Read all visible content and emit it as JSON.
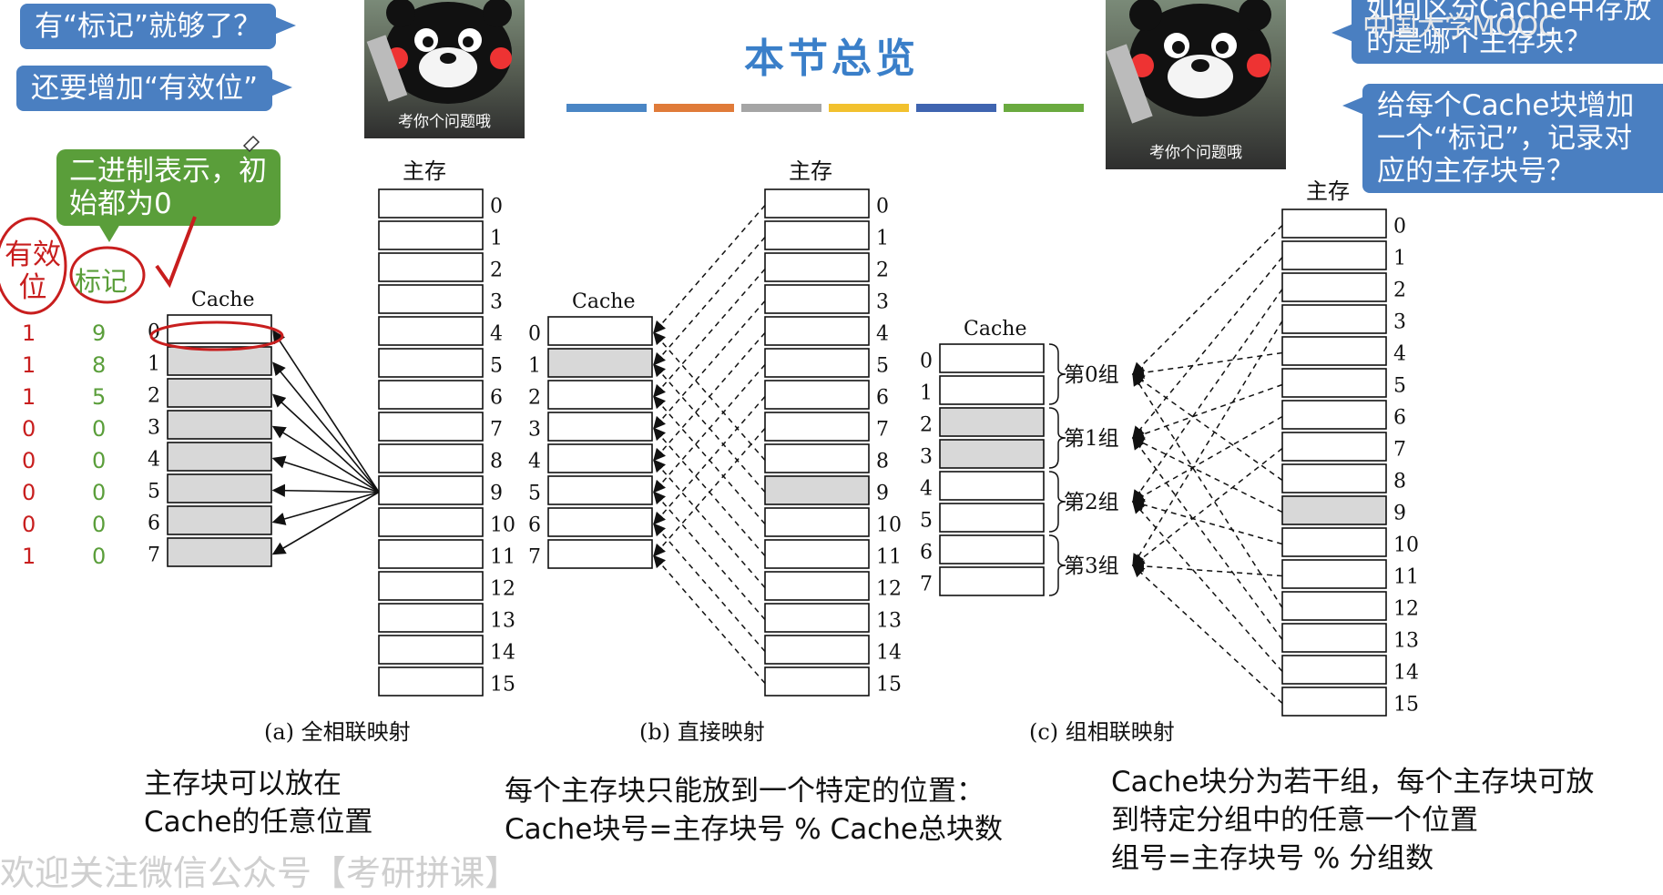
{
  "title": "本节总览",
  "bubbles": {
    "q1": "有“标记”就够了？",
    "q2": "还要增加“有效位”",
    "q3": "如何区分Cache中存放的是哪个主存块？",
    "q4": "给每个Cache块增加一个“标记”，记录对应的主存块号？"
  },
  "green_note": "二进制表示，初始都为0",
  "bear_caption": "考你个问题哦",
  "logo": "中国大学MOOC",
  "hand_labels": {
    "valid": "有效位",
    "tag": "标记"
  },
  "valid_bits": [
    "1",
    "1",
    "1",
    "0",
    "0",
    "0",
    "0",
    "1"
  ],
  "tag_values": [
    "9",
    "8",
    "5",
    "0",
    "0",
    "0",
    "0",
    "0"
  ],
  "diagram_labels": {
    "main_memory": "主存",
    "cache": "Cache",
    "caption_a": "(a) 全相联映射",
    "caption_b": "(b) 直接映射",
    "caption_c": "(c) 组相联映射",
    "group_labels": [
      "第0组",
      "第1组",
      "第2组",
      "第3组"
    ]
  },
  "main_indices": [
    "0",
    "1",
    "2",
    "3",
    "4",
    "5",
    "6",
    "7",
    "8",
    "9",
    "10",
    "11",
    "12",
    "13",
    "14",
    "15"
  ],
  "cache_indices": [
    "0",
    "1",
    "2",
    "3",
    "4",
    "5",
    "6",
    "7"
  ],
  "notes": {
    "a_line1": "主存块可以放在",
    "a_line2": "Cache的任意位置",
    "b_line1": "每个主存块只能放到一个特定的位置：",
    "b_line2": "Cache块号=主存块号 % Cache总块数",
    "c_line1": "Cache块分为若干组，每个主存块可放",
    "c_line2": "到特定分组中的任意一个位置",
    "c_line3": "组号=主存块号 % 分组数"
  },
  "watermark": "欢迎关注微信公众号【考研拼课】",
  "colors": {
    "bubble": "#4a7fc1",
    "title": "#3a7fc9",
    "green": "#5a9e3a",
    "hand_red": "#c81e1e",
    "shade": "#d8d8d8",
    "bars": [
      "#4a86c5",
      "#e07b39",
      "#a5a5a5",
      "#f2c12e",
      "#3f64b0",
      "#6aaa3f"
    ]
  }
}
